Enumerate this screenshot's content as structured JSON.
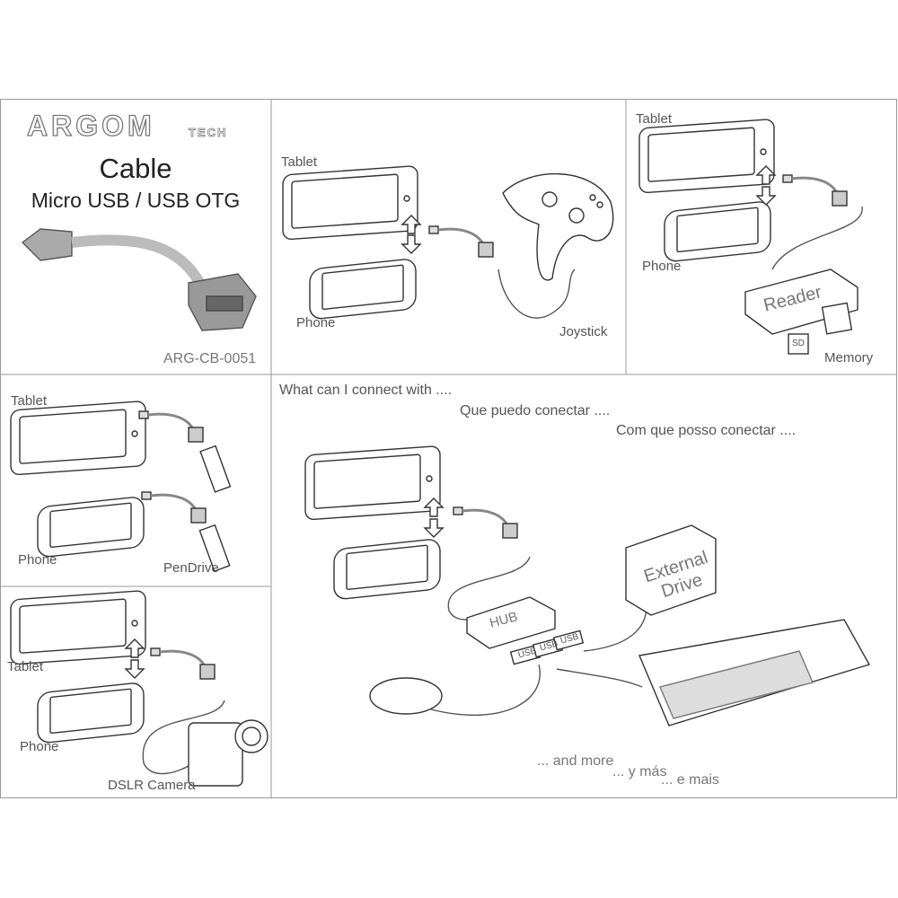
{
  "brand": {
    "logo": "ARGOM",
    "logo_sub": "TECH",
    "accent": "#f0a020"
  },
  "product": {
    "title": "Cable",
    "subtitle": "Micro USB / USB OTG",
    "code": "ARG-CB-0051"
  },
  "panel_joystick": {
    "tablet": "Tablet",
    "phone": "Phone",
    "device": "Joystick"
  },
  "panel_reader": {
    "tablet": "Tablet",
    "phone": "Phone",
    "reader": "Reader",
    "sd": "SD",
    "device": "Memory"
  },
  "panel_pendrive": {
    "tablet": "Tablet",
    "phone": "Phone",
    "device": "PenDrive"
  },
  "panel_camera": {
    "tablet": "Tablet",
    "phone": "Phone",
    "device": "DSLR Camera"
  },
  "panel_main": {
    "line_en": "What can I connect with ....",
    "line_es": "Que puedo conectar ....",
    "line_pt": "Com que posso conectar ....",
    "hub": "HUB",
    "usb": "USB",
    "drive": "External Drive",
    "more_en": "... and more",
    "more_es": "... y más",
    "more_pt": "... e mais"
  }
}
